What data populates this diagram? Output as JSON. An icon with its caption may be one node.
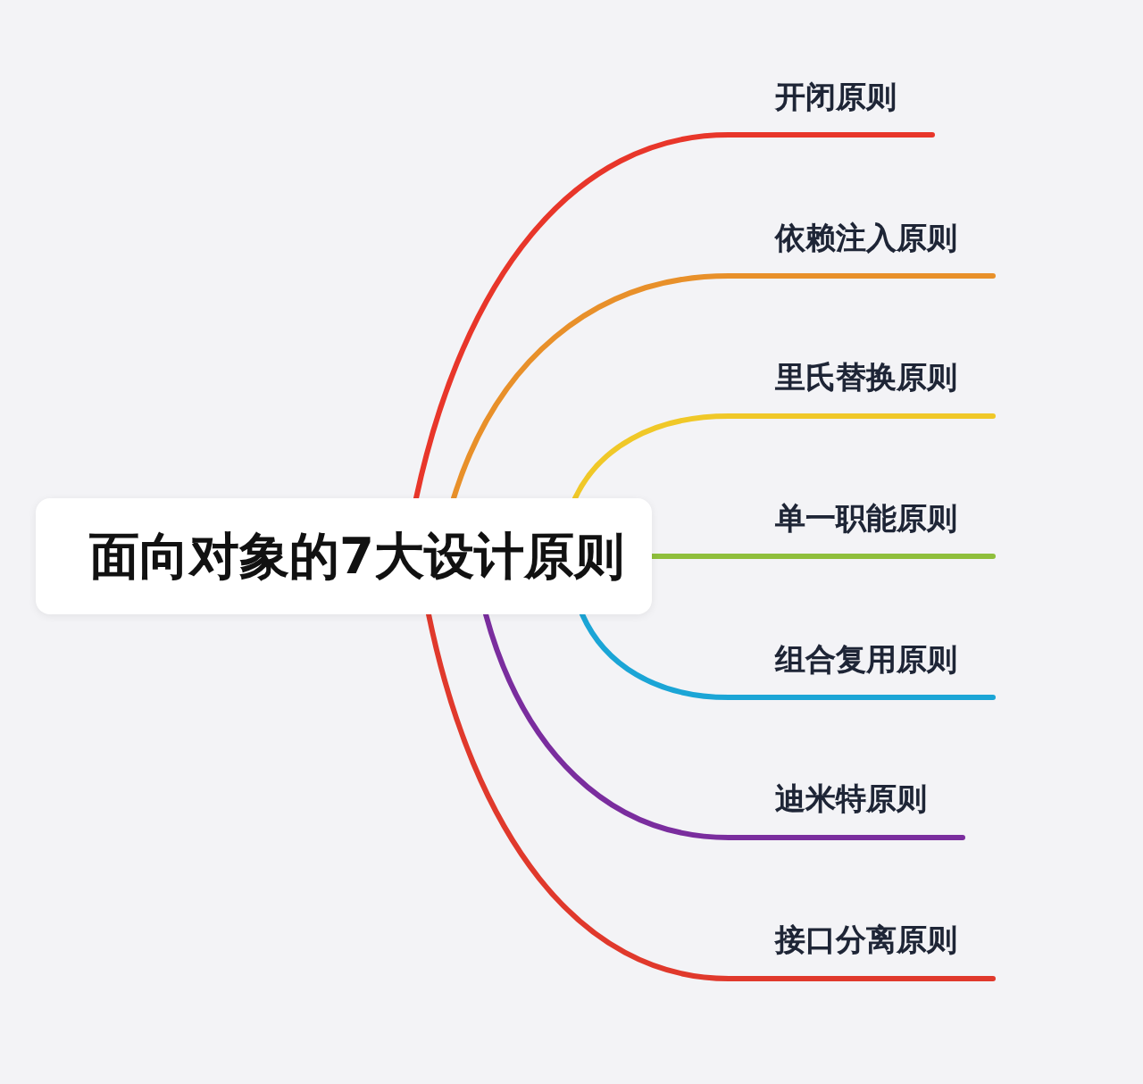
{
  "diagram": {
    "nodes": [
      {
        "text": [
          "面向对象的7大设计原则"
        ]
      },
      {
        "text": [
          "开闭原则"
        ]
      },
      {
        "text": [
          "依赖注入原则"
        ]
      },
      {
        "text": [
          "里氏替换原则"
        ]
      },
      {
        "text": [
          "单一职能原则"
        ]
      },
      {
        "text": [
          "组合复用原则"
        ]
      },
      {
        "text": [
          "迪米特原则"
        ]
      },
      {
        "text": [
          "接口分离原则"
        ]
      }
    ],
    "edges": [
      {
        "from": 0,
        "to": 1,
        "arrow": "none",
        "color": "#e8362a"
      },
      {
        "from": 0,
        "to": 2,
        "arrow": "none",
        "color": "#e8902a"
      },
      {
        "from": 0,
        "to": 3,
        "arrow": "none",
        "color": "#f0c828"
      },
      {
        "from": 0,
        "to": 4,
        "arrow": "none",
        "color": "#8fbf3c"
      },
      {
        "from": 0,
        "to": 5,
        "arrow": "none",
        "color": "#1ba5d6"
      },
      {
        "from": 0,
        "to": 6,
        "arrow": "none",
        "color": "#7a2d9e"
      },
      {
        "from": 0,
        "to": 7,
        "arrow": "none",
        "color": "#e0392c"
      }
    ]
  }
}
